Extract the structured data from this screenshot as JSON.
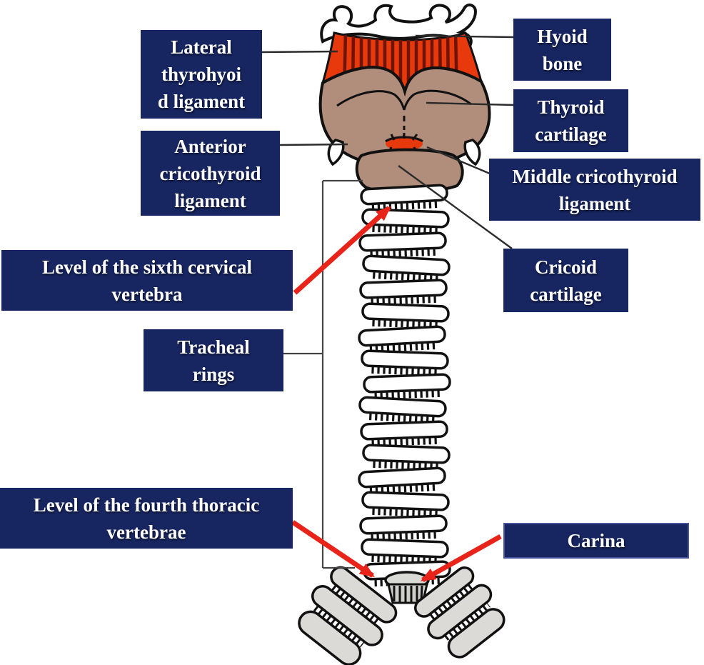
{
  "figure": {
    "type": "anatomical-diagram",
    "subject": "Larynx and trachea, anterior view, with labeled structures",
    "colors": {
      "label_box": "#172560",
      "label_text": "#ffffff",
      "arrow_red": "#e8231a",
      "leader_line": "#2b2b2b",
      "membrane_red": "#e8390d",
      "membrane_stripe": "#6d1404",
      "cartilage_tan": "#b18d7c",
      "bronchus_gray": "#dcdad6",
      "outline_black": "#111111",
      "background": "#ffffff"
    }
  },
  "labels": {
    "lateral_thyrohyoid": {
      "text": "Lateral\nthyrohyoi\nd ligament"
    },
    "anterior_cricothyroid": {
      "text": "Anterior\ncricothyroid\nligament"
    },
    "sixth_cervical": {
      "text": "Level of the sixth cervical\nvertebra"
    },
    "tracheal_rings": {
      "text": "Tracheal\nrings"
    },
    "fourth_thoracic": {
      "text": "Level of the fourth thoracic\nvertebrae"
    },
    "hyoid_bone": {
      "text": "Hyoid\nbone"
    },
    "thyroid_cartilage": {
      "text": "Thyroid\ncartilage"
    },
    "middle_cricothyroid": {
      "text": "Middle cricothyroid\nligament"
    },
    "cricoid_cartilage": {
      "text": "Cricoid\ncartilage"
    },
    "carina": {
      "text": "Carina"
    }
  },
  "illustration_parts": [
    "hyoid-bone",
    "thyrohyoid-membrane",
    "thyroid-cartilage",
    "middle-cricothyroid-ligament",
    "cricoid-cartilage",
    "tracheal-rings",
    "carina",
    "main-bronchi"
  ]
}
